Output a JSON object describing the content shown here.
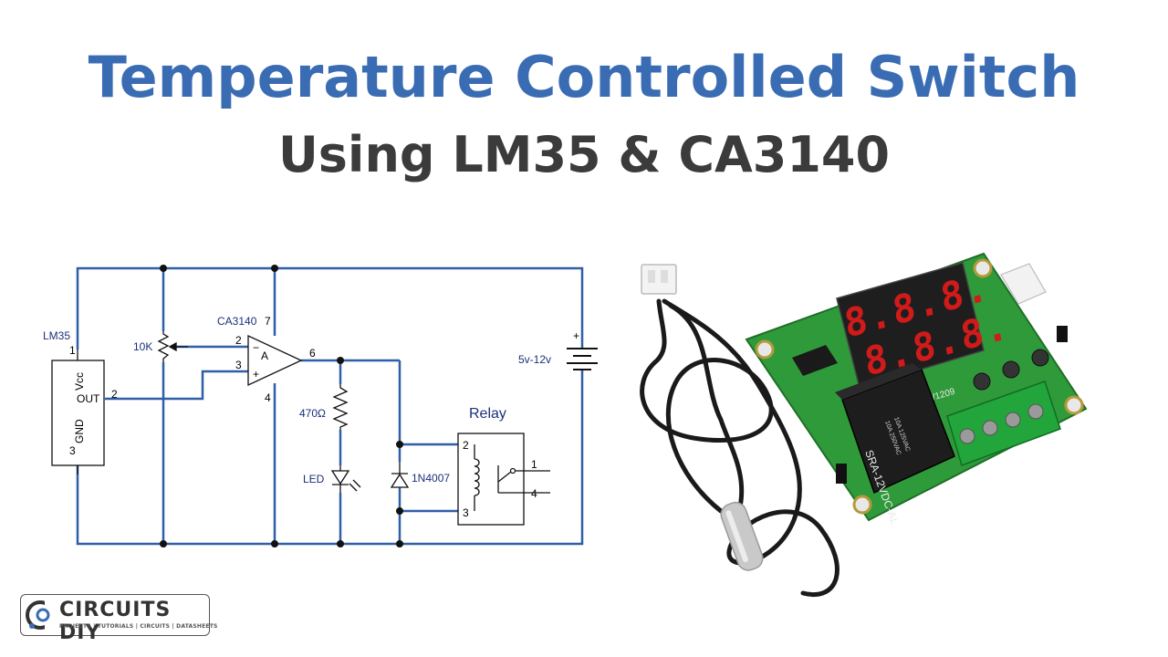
{
  "title": "Temperature Controlled Switch",
  "subtitle": "Using LM35 & CA3140",
  "schematic": {
    "lm35_label": "LM35",
    "lm35_vcc": "Vcc",
    "lm35_out": "OUT",
    "lm35_gnd": "GND",
    "lm35_pin1": "1",
    "lm35_pin2": "2",
    "lm35_pin3": "3",
    "pot_label": "10K",
    "opamp_label": "CA3140",
    "opamp_inner": "A",
    "opamp_minus": "−",
    "opamp_plus": "+",
    "opamp_pin2": "2",
    "opamp_pin3": "3",
    "opamp_pin4": "4",
    "opamp_pin6": "6",
    "opamp_pin7": "7",
    "resistor_label": "470Ω",
    "led_label": "LED",
    "diode_label": "1N4007",
    "relay_label": "Relay",
    "relay_pin1": "1",
    "relay_pin2": "2",
    "relay_pin3": "3",
    "relay_pin4": "4",
    "battery_label": "5v-12v",
    "battery_plus": "+"
  },
  "module": {
    "display_digits": "8.8.8.",
    "relay_text": "SRA-12VDC-AL",
    "relay_rating_1": "10A 250VAC",
    "relay_rating_2": "10A 125VAC",
    "pcb_code": "XH-W1209"
  },
  "logo": {
    "brand": "CIRCUITS DIY",
    "tagline": "PROJECTS | TUTORIALS | CIRCUITS | DATASHEETS"
  },
  "colors": {
    "title": "#3a6cb4",
    "subtitle": "#3b3b3b",
    "wire": "#2f5fa8",
    "pcb": "#2f9a3a",
    "display": "#d11a1a"
  }
}
